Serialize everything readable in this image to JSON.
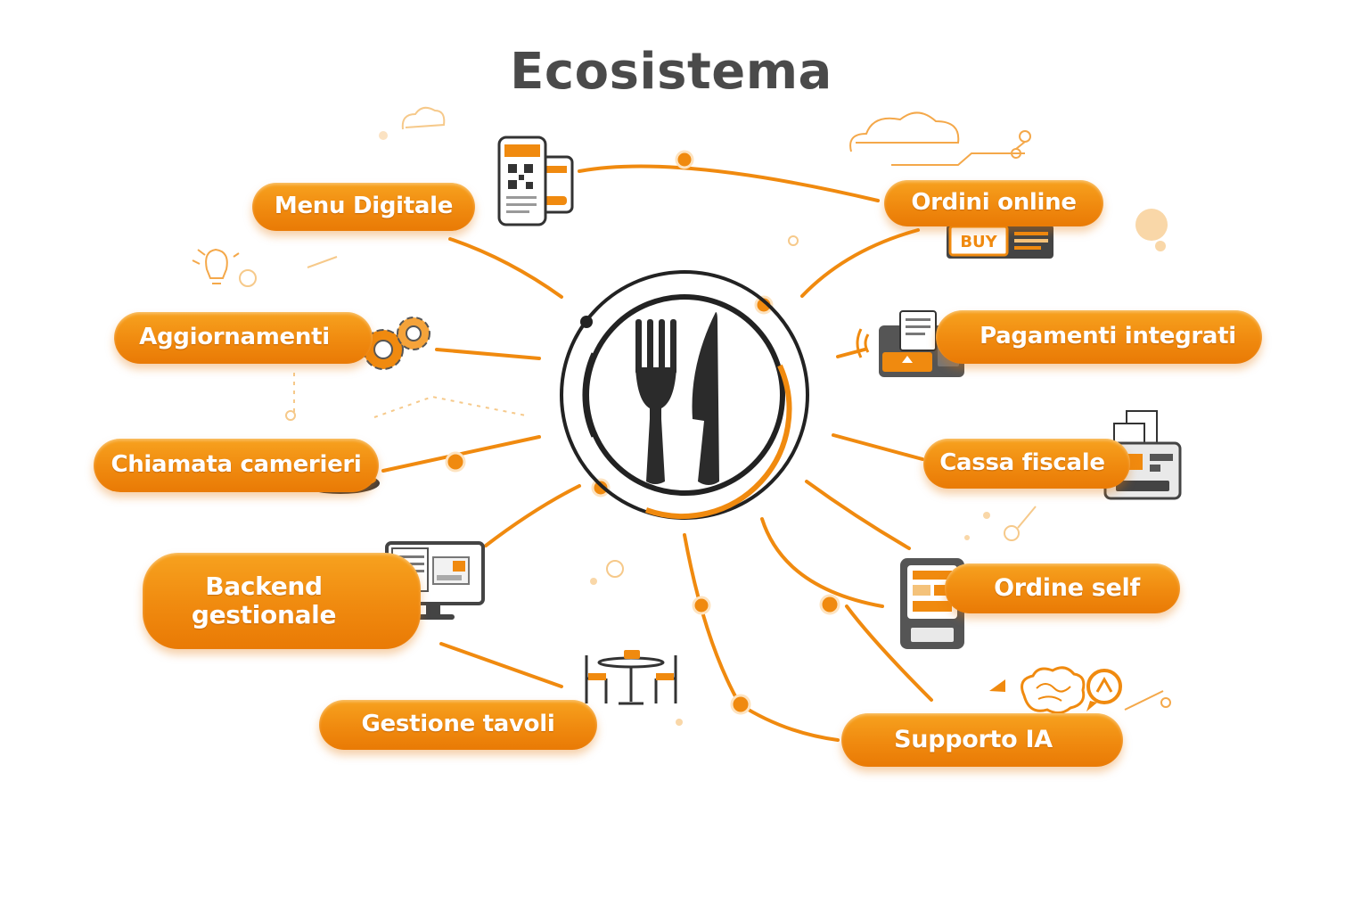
{
  "title": "Ecosistema",
  "center": {
    "icon": "fork-knife-plate-icon"
  },
  "features": [
    {
      "id": "menu-digitale",
      "label": "Menu Digitale",
      "icon": "qr-menu-phone-icon"
    },
    {
      "id": "ordini-online",
      "label": "Ordini online",
      "icon": "buy-button-icon"
    },
    {
      "id": "aggiornamenti",
      "label": "Aggiornamenti",
      "icon": "gears-icon"
    },
    {
      "id": "pagamenti-integrati",
      "label": "Pagamenti integrati",
      "icon": "pos-terminal-icon"
    },
    {
      "id": "chiamata-camerieri",
      "label": "Chiamata camerieri",
      "icon": "call-bell-icon"
    },
    {
      "id": "cassa-fiscale",
      "label": "Cassa fiscale",
      "icon": "cash-register-icon"
    },
    {
      "id": "backend-gestionale",
      "label_line1": "Backend",
      "label_line2": "gestionale",
      "icon": "monitor-icon"
    },
    {
      "id": "ordine-self",
      "label": "Ordine self",
      "icon": "self-order-kiosk-icon"
    },
    {
      "id": "gestione-tavoli",
      "label": "Gestione tavoli",
      "icon": "table-chairs-icon"
    },
    {
      "id": "supporto-ia",
      "label": "Supporto IA",
      "icon": "ai-brain-icon"
    }
  ],
  "colors": {
    "accent": "#f08a0f",
    "accent_dark": "#e97a05",
    "title": "#4a4a4a",
    "ink": "#2b2b2b"
  }
}
